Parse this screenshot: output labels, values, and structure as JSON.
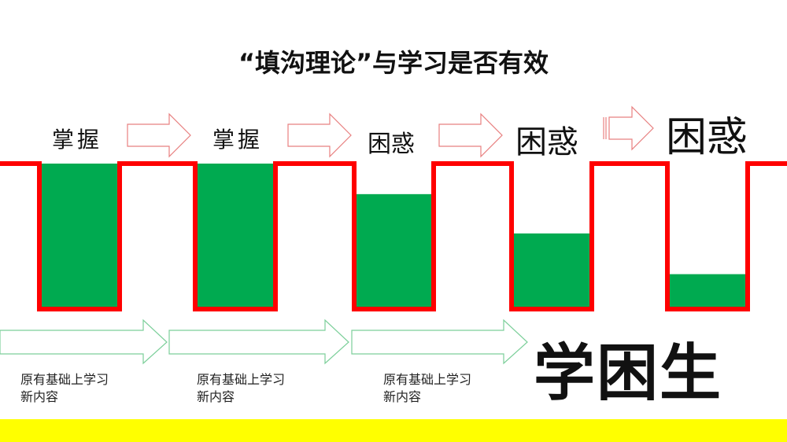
{
  "title": "“填沟理论”与学习是否有效",
  "states": [
    "掌握",
    "掌握",
    "困惑",
    "困惑",
    "困惑"
  ],
  "fill_levels": [
    1.0,
    1.0,
    0.79,
    0.52,
    0.24
  ],
  "notes": [
    {
      "line1": "原有基础上学习",
      "line2": "新内容"
    },
    {
      "line1": "原有基础上学习",
      "line2": "新内容"
    },
    {
      "line1": "原有基础上学习",
      "line2": "新内容"
    }
  ],
  "conclusion": "学困生",
  "colors": {
    "ditch": "#ff0000",
    "fill": "#00aa50",
    "arrow_top": "#e88080",
    "arrow_bottom": "#7ccf9a",
    "band": "#ffff00"
  }
}
